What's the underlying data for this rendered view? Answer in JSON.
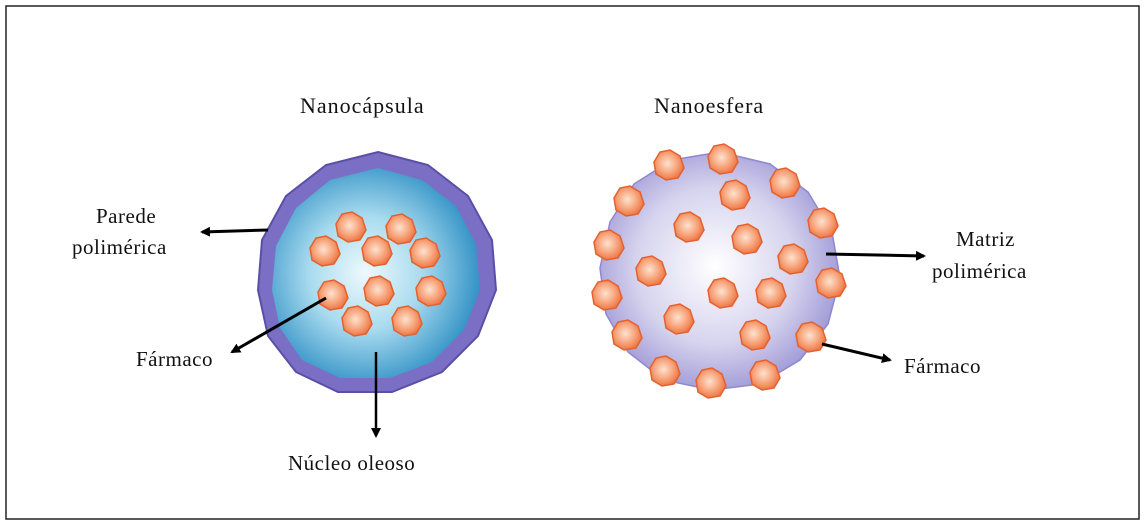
{
  "nanocapsule": {
    "title": "Nanocápsula",
    "wall_label_line1": "Parede",
    "wall_label_line2": "polimérica",
    "drug_label": "Fármaco",
    "core_label": "Núcleo oleoso"
  },
  "nanosphere": {
    "title": "Nanoesfera",
    "matrix_label_line1": "Matriz",
    "matrix_label_line2": "polimérica",
    "drug_label": "Fármaco"
  },
  "colors": {
    "polymer_wall": "#7a6fc4",
    "polymer_wall_edge": "#5a4fa6",
    "oil_core_center": "#e6f6fb",
    "oil_core_edge": "#1f86bf",
    "drug_particle": "#f08552",
    "drug_particle_highlight": "#fde2cf",
    "matrix_center": "#ffffff",
    "matrix_edge": "#8f88cf",
    "frame": "#222222",
    "arrow": "#000000"
  }
}
